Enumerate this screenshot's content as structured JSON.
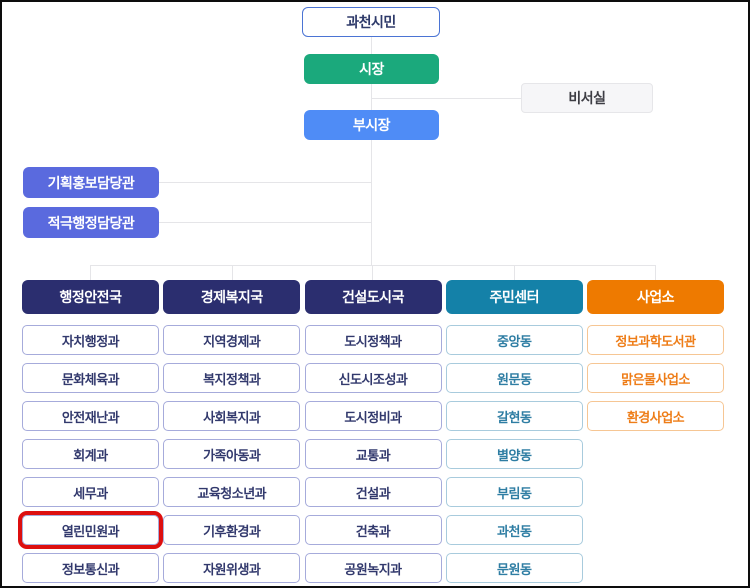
{
  "top": {
    "citizen": "과천시민",
    "mayor": "시장",
    "secretary": "비서실",
    "vice_mayor": "부시장",
    "staff_offices": [
      "기획홍보담당관",
      "적극행정담당관"
    ]
  },
  "columns": [
    {
      "header": "행정안전국",
      "style": "navy",
      "items": [
        "자치행정과",
        "문화체육과",
        "안전재난과",
        "회계과",
        "세무과",
        "열린민원과",
        "정보통신과"
      ],
      "highlight_item": "열린민원과"
    },
    {
      "header": "경제복지국",
      "style": "navy",
      "items": [
        "지역경제과",
        "복지정책과",
        "사회복지과",
        "가족아동과",
        "교육청소년과",
        "기후환경과",
        "자원위생과"
      ]
    },
    {
      "header": "건설도시국",
      "style": "navy",
      "items": [
        "도시정책과",
        "신도시조성과",
        "도시정비과",
        "교통과",
        "건설과",
        "건축과",
        "공원녹지과"
      ]
    },
    {
      "header": "주민센터",
      "style": "teal",
      "items": [
        "중앙동",
        "원문동",
        "갈현동",
        "별양동",
        "부림동",
        "과천동",
        "문원동"
      ]
    },
    {
      "header": "사업소",
      "style": "orange",
      "items": [
        "정보과학도서관",
        "맑은물사업소",
        "환경사업소"
      ]
    }
  ],
  "colors": {
    "green": "#1ba97c",
    "blue": "#4f8cf6",
    "indigo": "#5a6ade",
    "navy": "#2b2e6f",
    "teal": "#1481a8",
    "orange": "#ee7a00",
    "citizen_border": "#4b74d4",
    "dark_text": "#2e3a6a",
    "navy_cell_border": "#a6abdb",
    "navy_cell_text": "#32396d",
    "teal_cell_border": "#a8cbdd",
    "teal_cell_text": "#2e7da3",
    "orange_cell_border": "#f6c694",
    "orange_cell_text": "#ee7d18",
    "highlight_red": "#dd0f0f",
    "line": "#e5e5e8"
  }
}
